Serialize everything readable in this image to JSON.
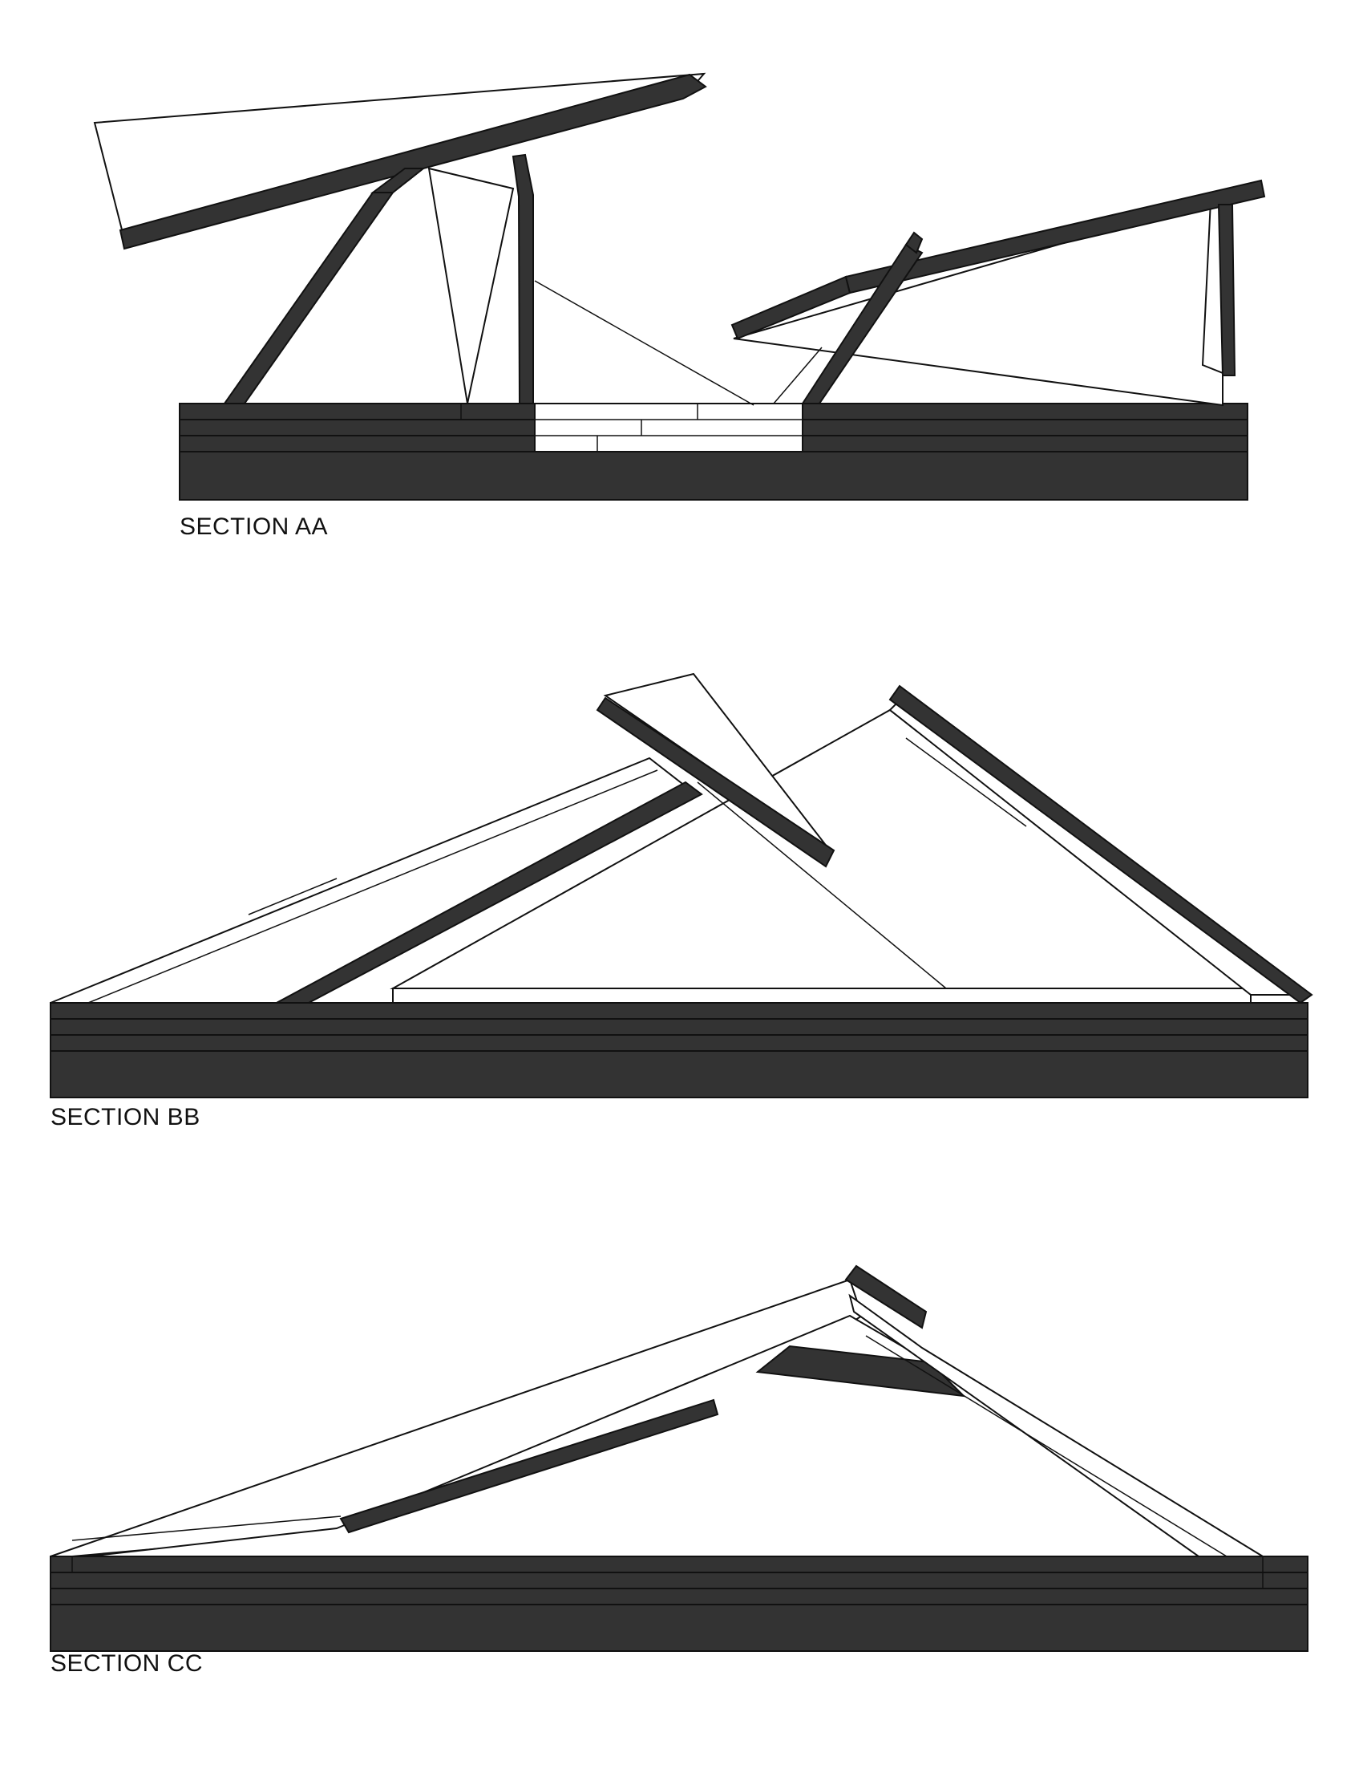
{
  "sections": [
    {
      "id": "aa",
      "label": "SECTION AA"
    },
    {
      "id": "bb",
      "label": "SECTION BB"
    },
    {
      "id": "cc",
      "label": "SECTION CC"
    }
  ],
  "colors": {
    "solid": "#333333",
    "outline": "#111111",
    "background": "#ffffff"
  }
}
